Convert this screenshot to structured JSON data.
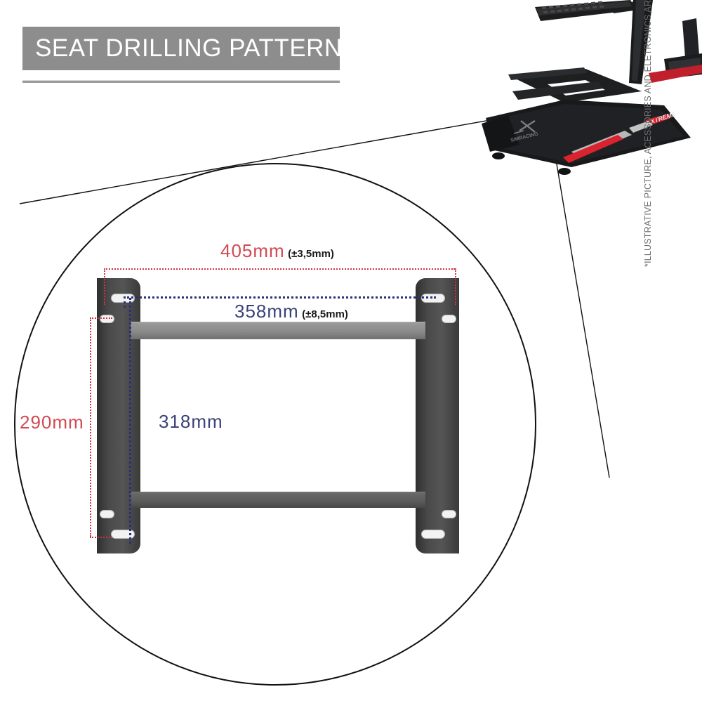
{
  "title": {
    "text": "SEAT DRILLING PATTERN"
  },
  "dimensions": {
    "width_outer": {
      "value": "405mm",
      "tolerance": "(±3,5mm)",
      "color": "#d24a52"
    },
    "width_inner": {
      "value": "358mm",
      "tolerance": "(±8,5mm)",
      "color": "#3b4278"
    },
    "height_outer": {
      "value": "290mm",
      "color": "#d24a52"
    },
    "height_inner": {
      "value": "318mm",
      "color": "#3b4278"
    }
  },
  "product": {
    "logo_left": "SIMRACING",
    "logo_right": "EXTREME",
    "accent_red": "#d9232e",
    "accent_silver": "#b8b8b8",
    "body_color": "#17181a"
  },
  "disclaimer": {
    "text": "*ILLUSTRATIVE PICTURE, ACESSORIES AND ELETRONICS ARE NOT INCLUDED"
  },
  "colors": {
    "banner_gray": "#8d8d8d",
    "rail_dark": "#4a4a4a",
    "brace_light": "#8a8a8a",
    "brace_dark": "#5a5a5a",
    "circle_outline": "#111111"
  }
}
